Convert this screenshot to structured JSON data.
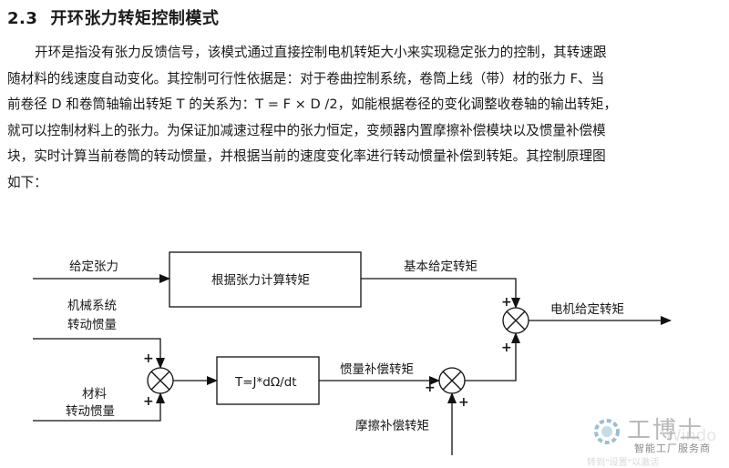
{
  "section": {
    "number": "2.3",
    "title": "开环张力转矩控制模式"
  },
  "paragraph": {
    "lines": [
      "开环是指没有张力反馈信号，该模式通过直接控制电机转矩大小来实现稳定张力的控制，其转速跟",
      "随材料的线速度自动变化。其控制可行性依据是：对于卷曲控制系统，卷筒上线（带）材的张力 F、当",
      "前卷径 D 和卷筒轴输出转矩 T 的关系为：T = F × D /2，如能根据卷径的变化调整收卷轴的输出转矩，",
      "就可以控制材料上的张力。为保证加减速过程中的张力恒定，变频器内置摩擦补偿模块以及惯量补偿模",
      "块，实时计算当前卷筒的转动惯量，并根据当前的速度变化率进行转动惯量补偿到转矩。其控制原理图",
      "如下："
    ]
  },
  "diagram": {
    "inputs": {
      "given_tension": "给定张力",
      "mech_inertia_line1": "机械系统",
      "mech_inertia_line2": "转动惯量",
      "material_inertia_line1": "材料",
      "material_inertia_line2": "转动惯量",
      "friction_comp": "摩擦补偿转矩"
    },
    "blocks": {
      "tension_calc": "根据张力计算转矩",
      "inertia_formula": "T=J*dΩ/dt"
    },
    "signals": {
      "base_torque": "基本给定转矩",
      "inertia_comp": "惯量补偿转矩",
      "motor_torque": "电机给定转矩"
    },
    "signs": {
      "plus": "+"
    }
  },
  "watermark": {
    "brand": "工博士",
    "sub": "智能工厂服务商",
    "ghost": "Windo",
    "ghost2": "转到\"设置\"以激活"
  }
}
